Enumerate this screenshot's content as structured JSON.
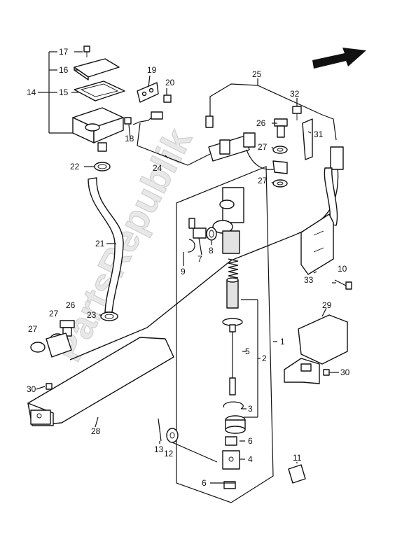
{
  "watermark": "PartsRepublik",
  "callouts": {
    "c1": "1",
    "c2": "2",
    "c3": "3",
    "c4": "4",
    "c5": "5",
    "c6a": "6",
    "c6b": "6",
    "c7": "7",
    "c8": "8",
    "c9": "9",
    "c10": "10",
    "c11": "11",
    "c12": "12",
    "c13": "13",
    "c14": "14",
    "c15": "15",
    "c16": "16",
    "c17": "17",
    "c18": "18",
    "c19": "19",
    "c20": "20",
    "c21": "21",
    "c22": "22",
    "c23": "23",
    "c24": "24",
    "c25": "25",
    "c26a": "26",
    "c26b": "26",
    "c27a": "27",
    "c27b": "27",
    "c27c": "27",
    "c27d": "27",
    "c28": "28",
    "c29": "29",
    "c30a": "30",
    "c30b": "30",
    "c31": "31",
    "c32": "32",
    "c33": "33"
  },
  "icons": {
    "direction": "front-arrow-icon"
  }
}
